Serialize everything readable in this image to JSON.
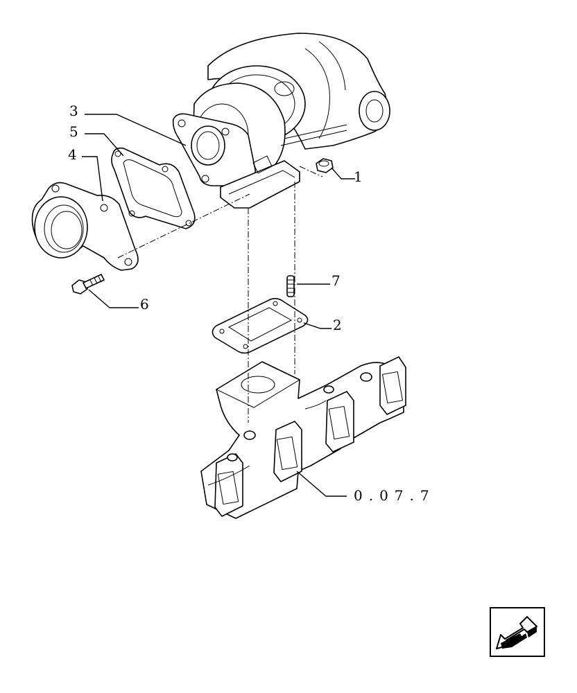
{
  "callouts": {
    "c1": "1",
    "c2": "2",
    "c3": "3",
    "c4": "4",
    "c5": "5",
    "c6": "6",
    "c7": "7"
  },
  "reference": "0.07.7",
  "nav": {
    "icon": "back-arrow-icon"
  }
}
